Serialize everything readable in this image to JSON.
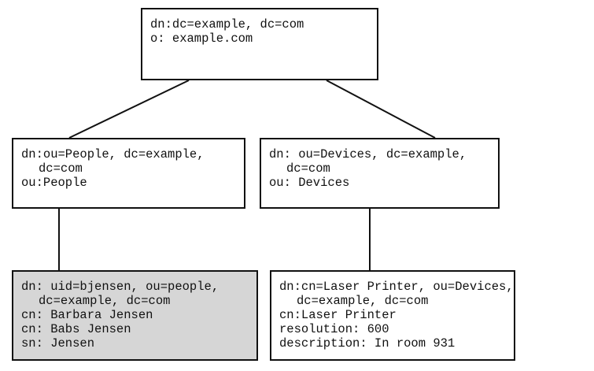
{
  "nodes": {
    "root": {
      "dn": "dn:dc=example, dc=com",
      "attrs": [
        "o: example.com"
      ]
    },
    "people": {
      "dn": "dn:ou=People, dc=example,",
      "dn_cont": "dc=com",
      "attrs": [
        "ou:People"
      ]
    },
    "devices": {
      "dn": "dn: ou=Devices, dc=example,",
      "dn_cont": "dc=com",
      "attrs": [
        "ou: Devices"
      ]
    },
    "bjensen": {
      "dn": "dn: uid=bjensen, ou=people,",
      "dn_cont": "dc=example, dc=com",
      "attrs": [
        "cn: Barbara Jensen",
        "cn: Babs Jensen",
        "sn: Jensen"
      ]
    },
    "printer": {
      "dn": "dn:cn=Laser Printer, ou=Devices,",
      "dn_cont": "dc=example, dc=com",
      "attrs": [
        "cn:Laser Printer",
        "resolution: 600",
        "description: In room 931"
      ]
    }
  },
  "colors": {
    "border": "#111111",
    "shaded_fill": "#d6d6d6",
    "background": "#ffffff"
  }
}
